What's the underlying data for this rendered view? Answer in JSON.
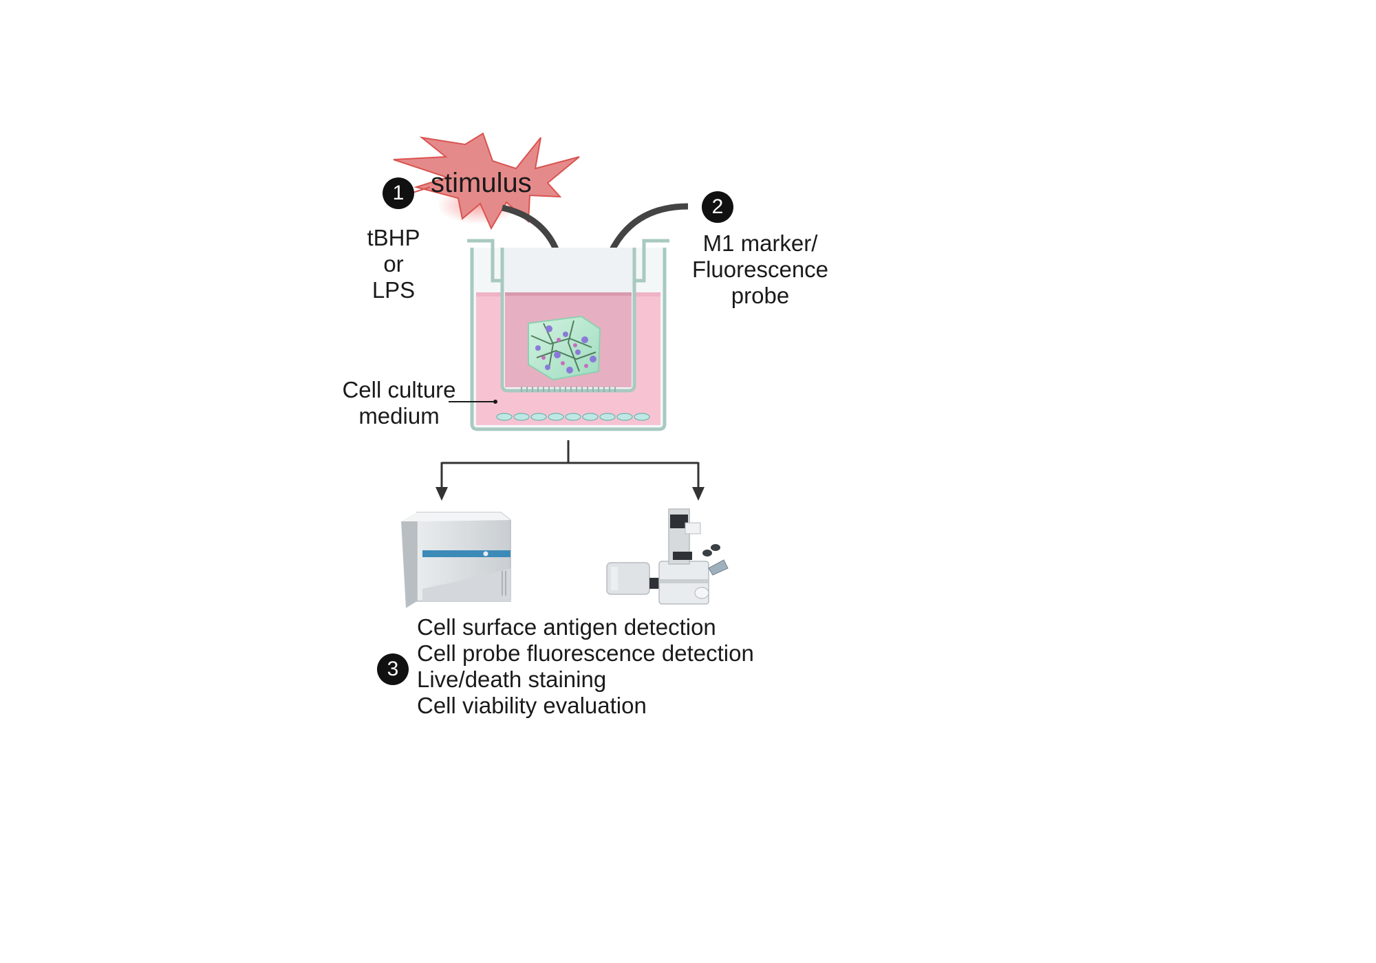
{
  "stimulus": {
    "label": "stimulus",
    "agent_line1": "tBHP",
    "agent_line2": "or",
    "agent_line3": "LPS"
  },
  "steps": {
    "step1": "1",
    "step2": "2",
    "step3": "3"
  },
  "probe": {
    "line1": "M1 marker/",
    "line2": "Fluorescence",
    "line3": "probe"
  },
  "medium": {
    "line1": "Cell culture",
    "line2": "medium"
  },
  "assays": [
    "Cell surface antigen detection",
    "Cell probe fluorescence detection",
    "Live/death staining",
    "Cell viability evaluation"
  ],
  "colors": {
    "starburst": "#e58a8a",
    "medium": "#f7c3d3",
    "insert_medium": "#e6b0c2",
    "well_border": "#a9c9c0",
    "arrow": "#333333",
    "hydrogel": "#b9e7cf"
  },
  "icons": [
    "starburst-icon",
    "transwell-insert-icon",
    "hydrogel-scaffold-icon",
    "flow-cytometer-icon",
    "fluorescence-microscope-icon"
  ]
}
